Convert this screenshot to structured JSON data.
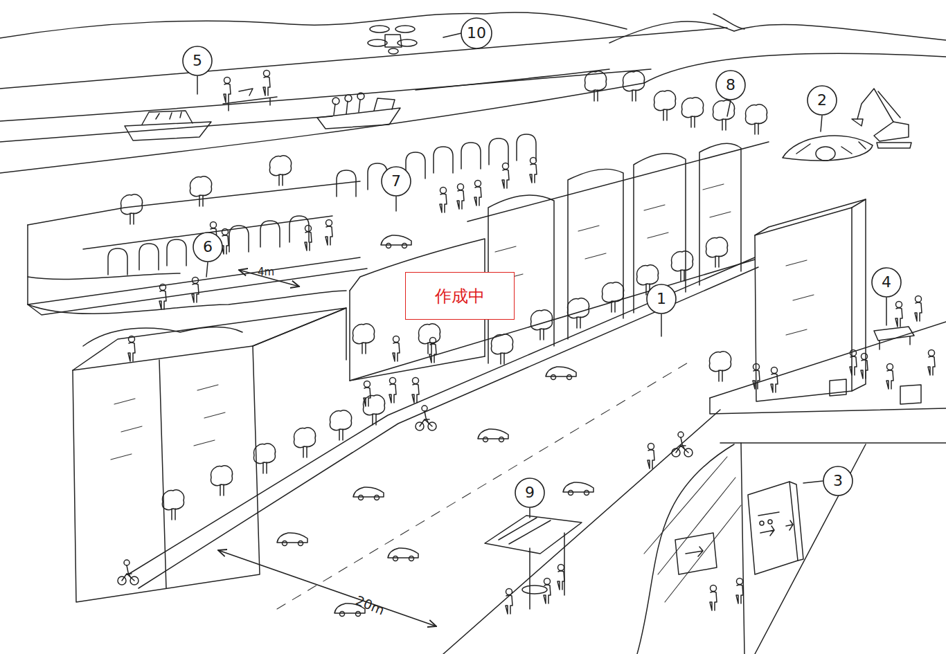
{
  "diagram": {
    "nodes": [
      {
        "text": [
          "10"
        ]
      },
      {
        "text": [
          "5"
        ]
      },
      {
        "text": [
          "8"
        ]
      },
      {
        "text": [
          "2"
        ]
      },
      {
        "text": [
          "7"
        ]
      },
      {
        "text": [
          "6"
        ]
      },
      {
        "text": [
          "4"
        ]
      },
      {
        "text": [
          "作成中"
        ]
      },
      {
        "text": [
          "1"
        ]
      },
      {
        "text": [
          "3"
        ]
      },
      {
        "text": [
          "9"
        ]
      }
    ],
    "labels": [
      "4m",
      "20m"
    ]
  }
}
